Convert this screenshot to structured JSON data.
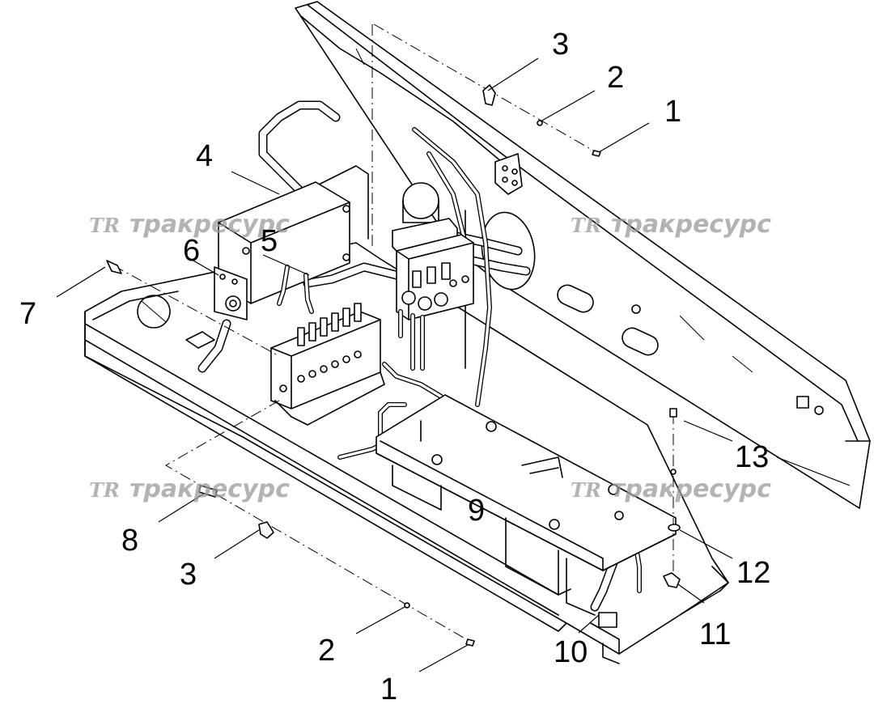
{
  "callouts": [
    {
      "id": "c3-top",
      "label": "3"
    },
    {
      "id": "c2-top",
      "label": "2"
    },
    {
      "id": "c1-top",
      "label": "1"
    },
    {
      "id": "c4",
      "label": "4"
    },
    {
      "id": "c5",
      "label": "5"
    },
    {
      "id": "c6",
      "label": "6"
    },
    {
      "id": "c7",
      "label": "7"
    },
    {
      "id": "c13",
      "label": "13"
    },
    {
      "id": "c9",
      "label": "9"
    },
    {
      "id": "c8",
      "label": "8"
    },
    {
      "id": "c12",
      "label": "12"
    },
    {
      "id": "c3-bottom",
      "label": "3"
    },
    {
      "id": "c11",
      "label": "11"
    },
    {
      "id": "c2-bottom",
      "label": "2"
    },
    {
      "id": "c10",
      "label": "10"
    },
    {
      "id": "c1-bottom",
      "label": "1"
    }
  ],
  "watermark": {
    "logo": "TR",
    "text": "тракресурс",
    "color": "#9a9a9a"
  }
}
